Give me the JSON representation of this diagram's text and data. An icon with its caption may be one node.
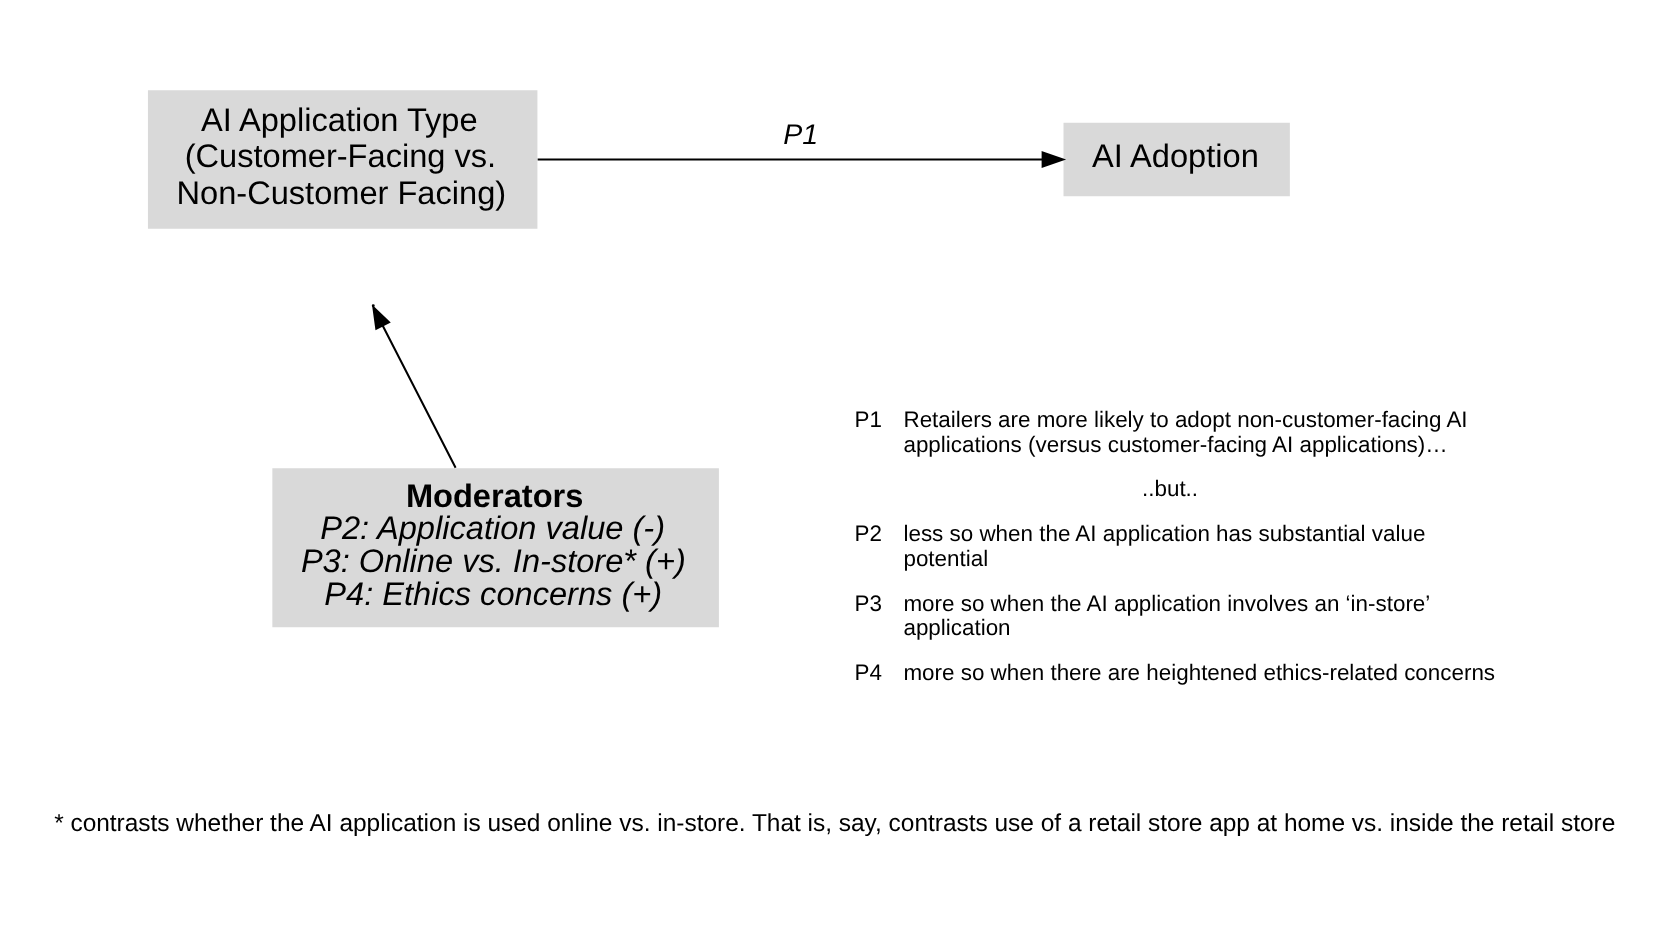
{
  "diagram": {
    "nodes": [
      {
        "text": [
          "AI Application Type (Customer-Facing vs. Non-Customer Facing)"
        ]
      },
      {
        "text": [
          "AI Adoption"
        ]
      },
      {
        "text": [
          "Moderators",
          "P2: Application value (-)",
          "P3: Online vs. In-store* (+)",
          "P4: Ethics concerns (+)"
        ]
      }
    ],
    "edges": [
      {
        "from": 0,
        "to": 1,
        "arrow": "to",
        "label": "P1"
      },
      {
        "from": 2,
        "to": null,
        "arrow": "to"
      }
    ],
    "labels": [
      "P1",
      "Retailers are more likely to adopt non-customer-facing AI applications (versus customer-facing AI applications)…",
      "..but..",
      "P2",
      "less so when the AI application has substantial value potential",
      "P3",
      "more so when the AI application involves an ‘in-store’ application",
      "P4",
      "more so when there are heightened ethics-related concerns",
      "* contrasts whether the AI application is used online vs. in-store. That is, say, contrasts use of a retail store app at home vs. inside the retail store"
    ]
  }
}
